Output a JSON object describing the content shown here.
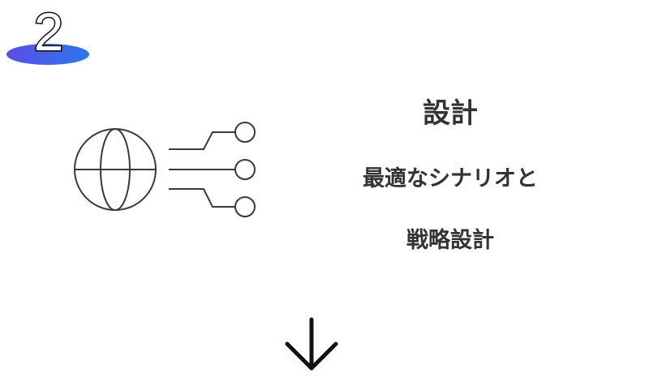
{
  "step": {
    "number": "2",
    "accent": "#3f5fe8"
  },
  "title": "設計",
  "description": [
    "最適なシナリオと",
    "戦略設計"
  ],
  "icons": {
    "main": "globe-network-icon",
    "next": "arrow-down-icon"
  }
}
